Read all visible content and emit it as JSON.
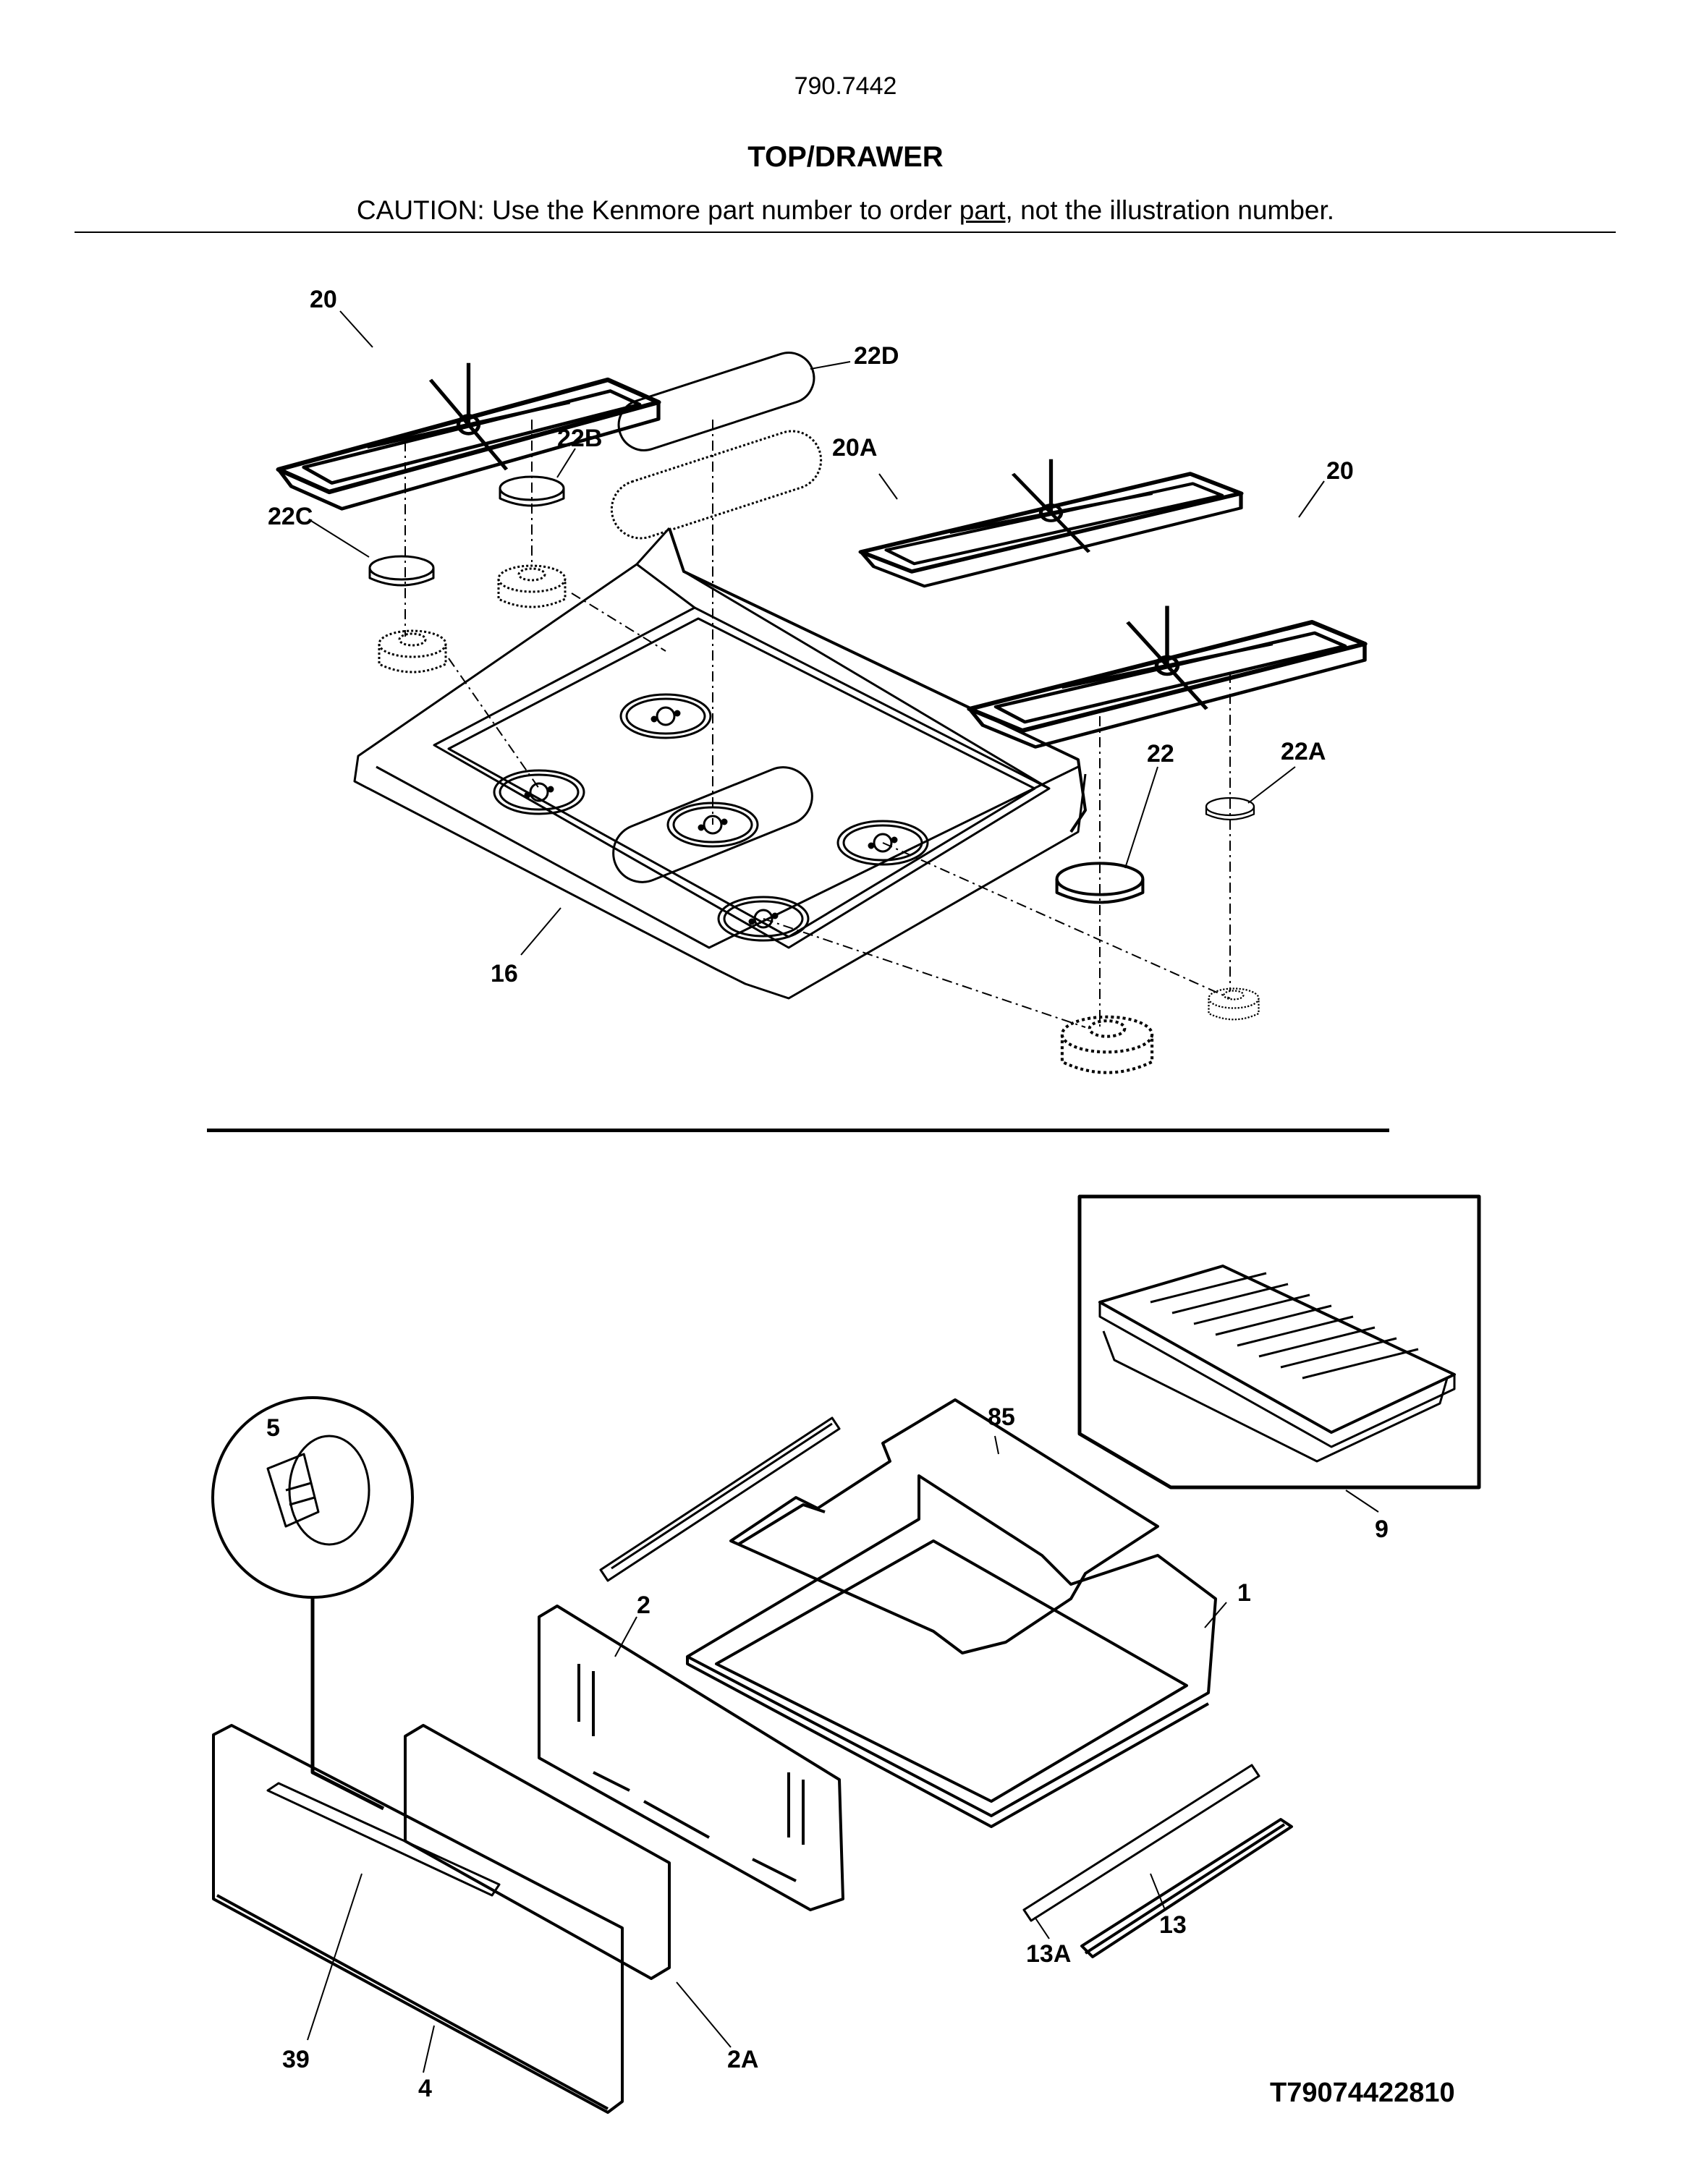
{
  "header": {
    "model_number": "790.7442",
    "section_title": "TOP/DRAWER",
    "caution_before": "CAUTION: Use the Kenmore part number to order ",
    "caution_underlined": "part",
    "caution_after": ", not the illustration number."
  },
  "callouts": {
    "grate_left": "20",
    "grate_right_front": "20",
    "grate_center": "20A",
    "cap_oval": "22D",
    "cap_small_left": "22B",
    "cap_left_front": "22C",
    "cap_large_right": "22",
    "cap_small_right": "22A",
    "cooktop": "16",
    "drawer_body": "1",
    "drawer_back": "2",
    "drawer_panel": "2A",
    "drawer_front": "4",
    "drawer_trim": "39",
    "clip_detail": "5",
    "drawer_frame": "85",
    "broiler_pan": "9",
    "slide_rail": "13",
    "slide_rail_a": "13A"
  },
  "drawing_code": "T79074422810"
}
